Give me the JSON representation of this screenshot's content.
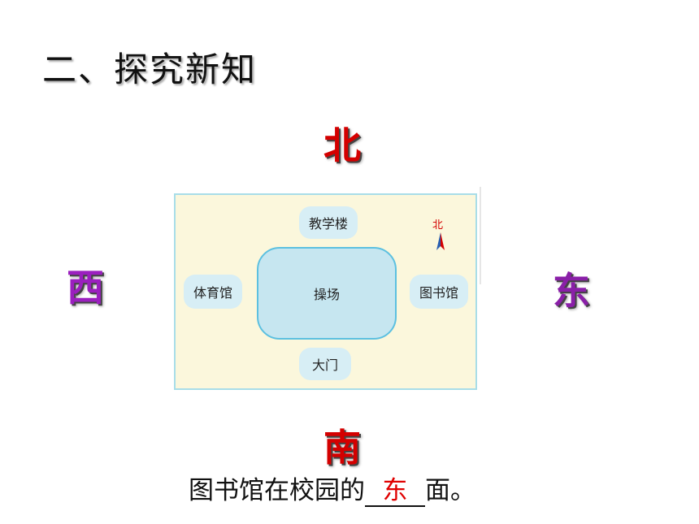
{
  "heading": "二、探究新知",
  "directions": {
    "north": "北",
    "south": "南",
    "west": "西",
    "east": "东"
  },
  "map": {
    "top_building": "教学楼",
    "left_building": "体育馆",
    "right_building": "图书馆",
    "bottom_building": "大门",
    "center_field": "操场",
    "compass_label": "北"
  },
  "sentence": {
    "before": "图书馆在校园的",
    "answer": "东",
    "after": "面。"
  },
  "colors": {
    "north_south": "#d40000",
    "west": "#9b1fbf",
    "east": "#8a1fa8",
    "answer": "#e00000"
  }
}
